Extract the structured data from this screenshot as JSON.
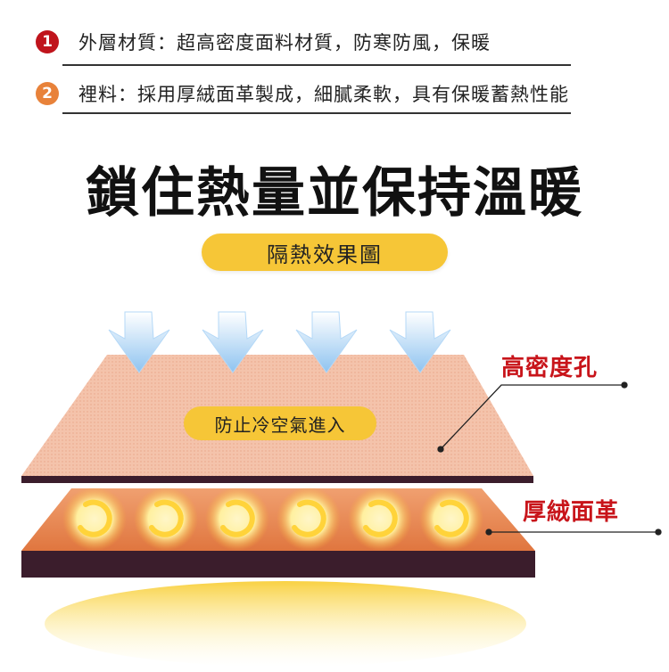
{
  "features": [
    {
      "num": "1",
      "text": "外層材質：超高密度面料材質，防寒防風，保暖",
      "color": "#c0141c"
    },
    {
      "num": "2",
      "text": "裡料：採用厚絨面革製成，細膩柔軟，具有保暖蓄熱性能",
      "color": "#e8823a"
    }
  ],
  "headline": "鎖住熱量並保持溫暖",
  "diagram": {
    "title": "隔熱效果圖",
    "block_label": "防止冷空氣進入",
    "callout_top": "高密度孔",
    "callout_bottom": "厚絨面革"
  },
  "colors": {
    "accent_yellow": "#f6c637",
    "callout_red": "#c8141a",
    "fabric_top": "#f4c3ab",
    "fabric_edge": "#3b1d2c",
    "lining": "#e98a56"
  }
}
